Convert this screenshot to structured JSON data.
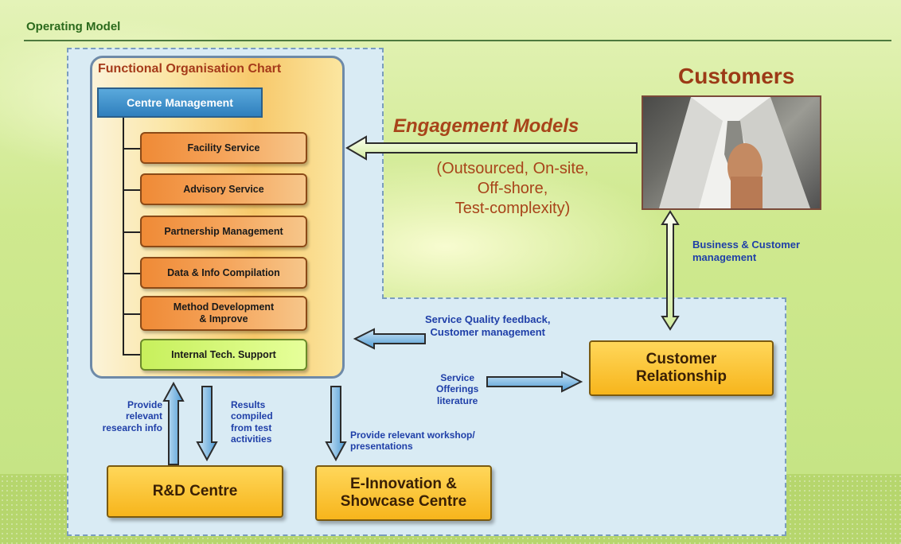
{
  "header": {
    "title": "Operating Model"
  },
  "org_chart": {
    "title": "Functional Organisation Chart",
    "root": "Centre Management",
    "functions": [
      "Facility Service",
      "Advisory Service",
      "Partnership Management",
      "Data & Info Compilation",
      "Method Development\n& Improve",
      "Internal Tech. Support"
    ]
  },
  "customers": {
    "title": "Customers"
  },
  "engagement": {
    "title": "Engagement Models",
    "subtitle": "(Outsourced, On-site,\nOff-shore,\nTest-complexity)"
  },
  "links": {
    "business_customer": "Business & Customer\nmanagement",
    "service_quality": "Service Quality feedback,\nCustomer management",
    "service_offerings": "Service\nOfferings\nliterature",
    "provide_research": "Provide\nrelevant\nresearch info",
    "results_compiled": "Results\ncompiled\nfrom test\nactivities",
    "provide_workshop": "Provide relevant workshop/\npresentations"
  },
  "nodes": {
    "customer_relationship": "Customer\nRelationship",
    "rd_centre": "R&D Centre",
    "e_innovation": "E-Innovation &\nShowcase Centre"
  },
  "colors": {
    "heading_green": "#2b6a1c",
    "accent_rust": "#a8441a",
    "link_blue": "#1f3fa8",
    "node_orange": "#f7b51c",
    "function_orange": "#ef8a36",
    "panel_blue": "#d9ebf4"
  }
}
